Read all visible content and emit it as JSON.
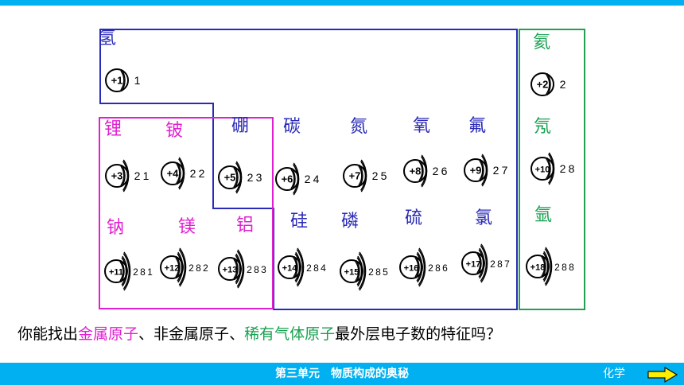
{
  "colors": {
    "bar": "#00b0f0",
    "metal": "#e020d0",
    "nonmetal": "#2a2ab8",
    "noble": "#18a050",
    "noble_box": "#20a050"
  },
  "footer": {
    "title": "第三单元　物质构成的奥秘",
    "subject": "化学",
    "next_icon": "right-arrow-icon"
  },
  "question": {
    "p1": "你能找出",
    "metal": "金属原子",
    "sep1": "、",
    "nonmetal": "非金属原子",
    "sep2": "、",
    "noble": "稀有气体原子",
    "p2": "最外层电子数的特征吗？"
  },
  "elements": [
    {
      "name": "氢",
      "nucleus": "+1",
      "shells": [
        "1"
      ],
      "group": "nonmetal"
    },
    {
      "name": "氦",
      "nucleus": "+2",
      "shells": [
        "2"
      ],
      "group": "noble"
    },
    {
      "name": "锂",
      "nucleus": "+3",
      "shells": [
        "2",
        "1"
      ],
      "group": "metal"
    },
    {
      "name": "铍",
      "nucleus": "+4",
      "shells": [
        "2",
        "2"
      ],
      "group": "metal"
    },
    {
      "name": "硼",
      "nucleus": "+5",
      "shells": [
        "2",
        "3"
      ],
      "group": "nonmetal"
    },
    {
      "name": "碳",
      "nucleus": "+6",
      "shells": [
        "2",
        "4"
      ],
      "group": "nonmetal"
    },
    {
      "name": "氮",
      "nucleus": "+7",
      "shells": [
        "2",
        "5"
      ],
      "group": "nonmetal"
    },
    {
      "name": "氧",
      "nucleus": "+8",
      "shells": [
        "2",
        "6"
      ],
      "group": "nonmetal"
    },
    {
      "name": "氟",
      "nucleus": "+9",
      "shells": [
        "2",
        "7"
      ],
      "group": "nonmetal"
    },
    {
      "name": "氖",
      "nucleus": "+10",
      "shells": [
        "2",
        "8"
      ],
      "group": "noble"
    },
    {
      "name": "钠",
      "nucleus": "+11",
      "shells": [
        "2",
        "8",
        "1"
      ],
      "group": "metal"
    },
    {
      "name": "镁",
      "nucleus": "+12",
      "shells": [
        "2",
        "8",
        "2"
      ],
      "group": "metal"
    },
    {
      "name": "铝",
      "nucleus": "+13",
      "shells": [
        "2",
        "8",
        "3"
      ],
      "group": "metal"
    },
    {
      "name": "硅",
      "nucleus": "+14",
      "shells": [
        "2",
        "8",
        "4"
      ],
      "group": "nonmetal"
    },
    {
      "name": "磷",
      "nucleus": "+15",
      "shells": [
        "2",
        "8",
        "5"
      ],
      "group": "nonmetal"
    },
    {
      "name": "硫",
      "nucleus": "+16",
      "shells": [
        "2",
        "8",
        "6"
      ],
      "group": "nonmetal"
    },
    {
      "name": "氯",
      "nucleus": "+17",
      "shells": [
        "2",
        "8",
        "7"
      ],
      "group": "nonmetal"
    },
    {
      "name": "氩",
      "nucleus": "+18",
      "shells": [
        "2",
        "8",
        "8"
      ],
      "group": "noble"
    }
  ]
}
